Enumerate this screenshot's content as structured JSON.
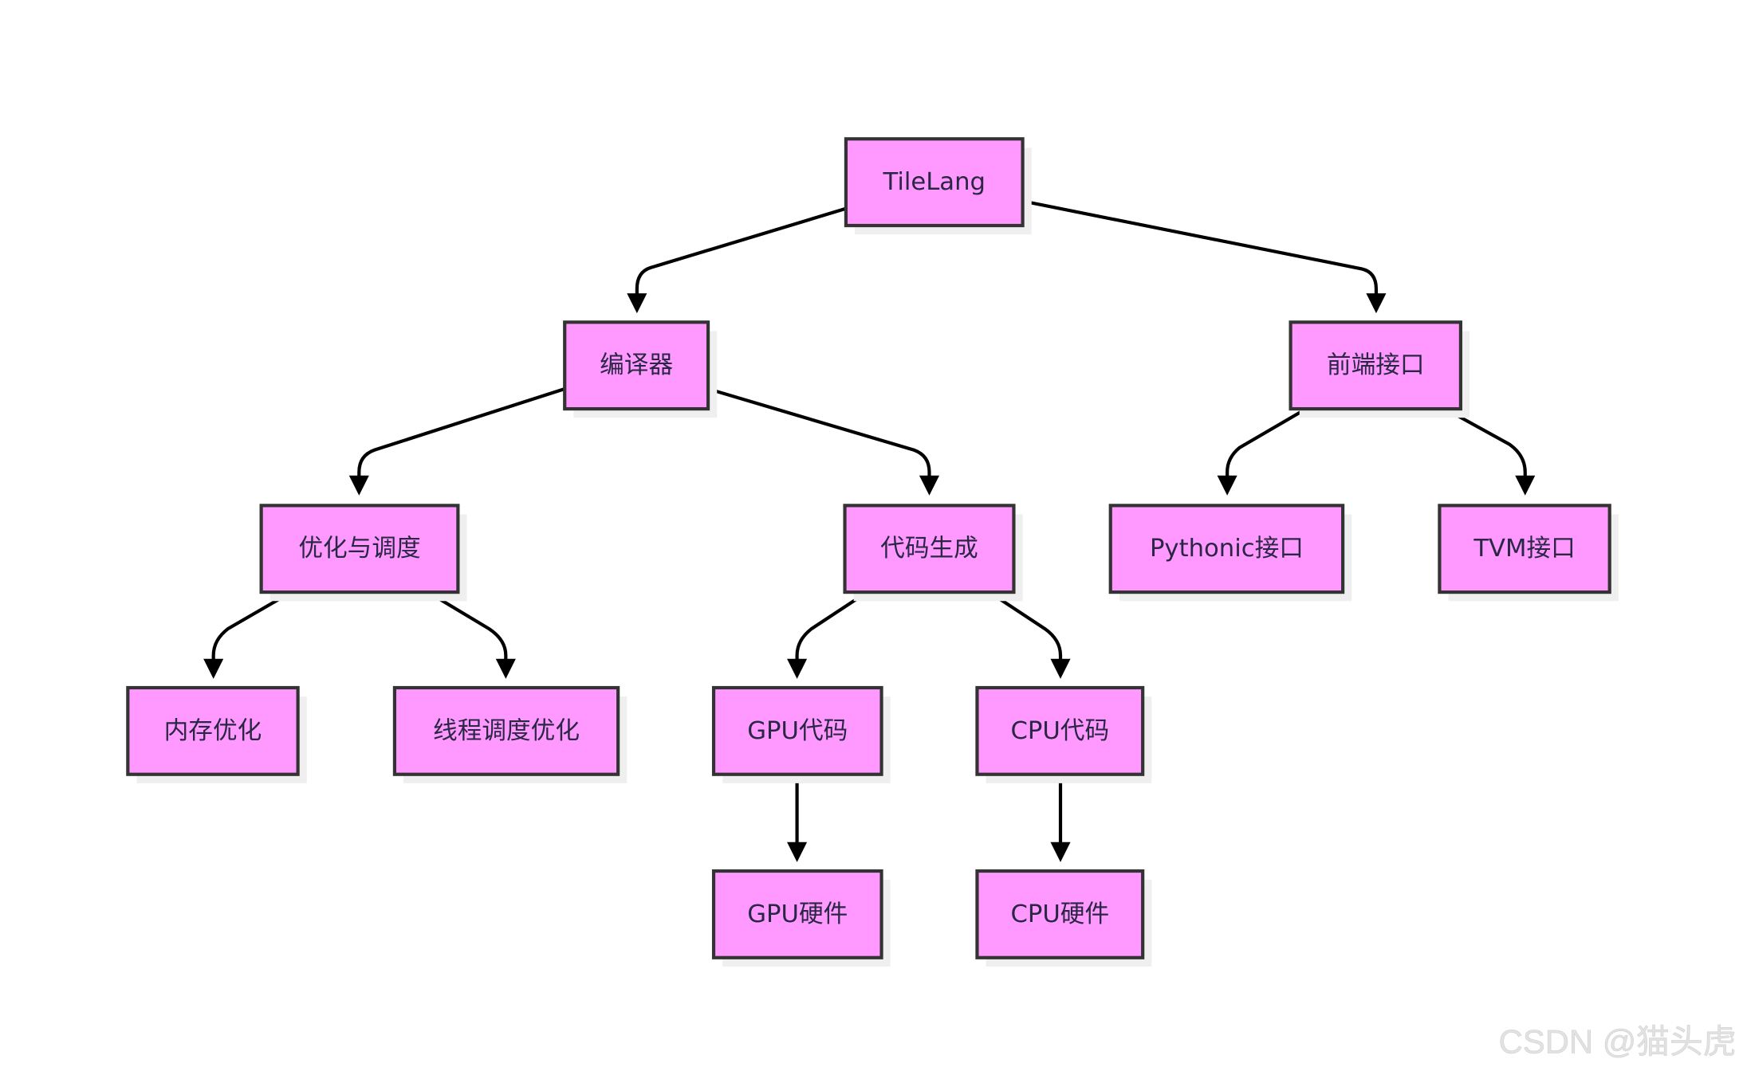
{
  "nodes": {
    "root": "TileLang",
    "compiler": "编译器",
    "frontend": "前端接口",
    "opt": "优化与调度",
    "codegen": "代码生成",
    "pythonic": "Pythonic接口",
    "tvm": "TVM接口",
    "mem": "内存优化",
    "thread": "线程调度优化",
    "gpucode": "GPU代码",
    "cpucode": "CPU代码",
    "gpuhw": "GPU硬件",
    "cpuhw": "CPU硬件"
  },
  "edges": [
    [
      "TileLang",
      "编译器"
    ],
    [
      "TileLang",
      "前端接口"
    ],
    [
      "编译器",
      "优化与调度"
    ],
    [
      "编译器",
      "代码生成"
    ],
    [
      "前端接口",
      "Pythonic接口"
    ],
    [
      "前端接口",
      "TVM接口"
    ],
    [
      "优化与调度",
      "内存优化"
    ],
    [
      "优化与调度",
      "线程调度优化"
    ],
    [
      "代码生成",
      "GPU代码"
    ],
    [
      "代码生成",
      "CPU代码"
    ],
    [
      "GPU代码",
      "GPU硬件"
    ],
    [
      "CPU代码",
      "CPU硬件"
    ]
  ],
  "colors": {
    "node_fill": "#ff99ff",
    "node_stroke": "#333333",
    "edge": "#000000"
  },
  "watermark": "CSDN @猫头虎"
}
